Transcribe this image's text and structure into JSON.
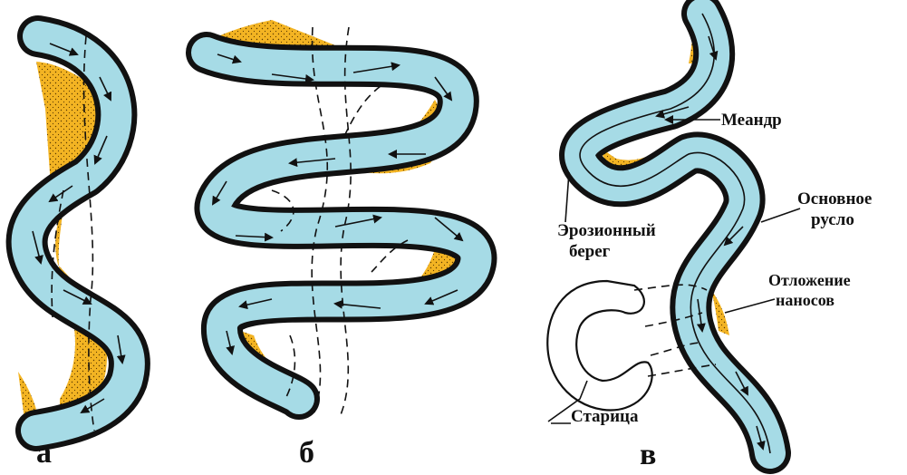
{
  "colors": {
    "water": "#a6dbe6",
    "sediment": "#f3b423",
    "outline": "#111111",
    "background": "#ffffff"
  },
  "panels": [
    {
      "id": "a",
      "label": "а"
    },
    {
      "id": "b",
      "label": "б"
    },
    {
      "id": "c",
      "label": "в"
    }
  ],
  "annotations": {
    "meander": "Меандр",
    "main_channel_1": "Основное",
    "main_channel_2": "русло",
    "erosion_bank_1": "Эрозионный",
    "erosion_bank_2": "берег",
    "sediment_1": "Отложение",
    "sediment_2": "наносов",
    "oxbow": "Старица"
  }
}
